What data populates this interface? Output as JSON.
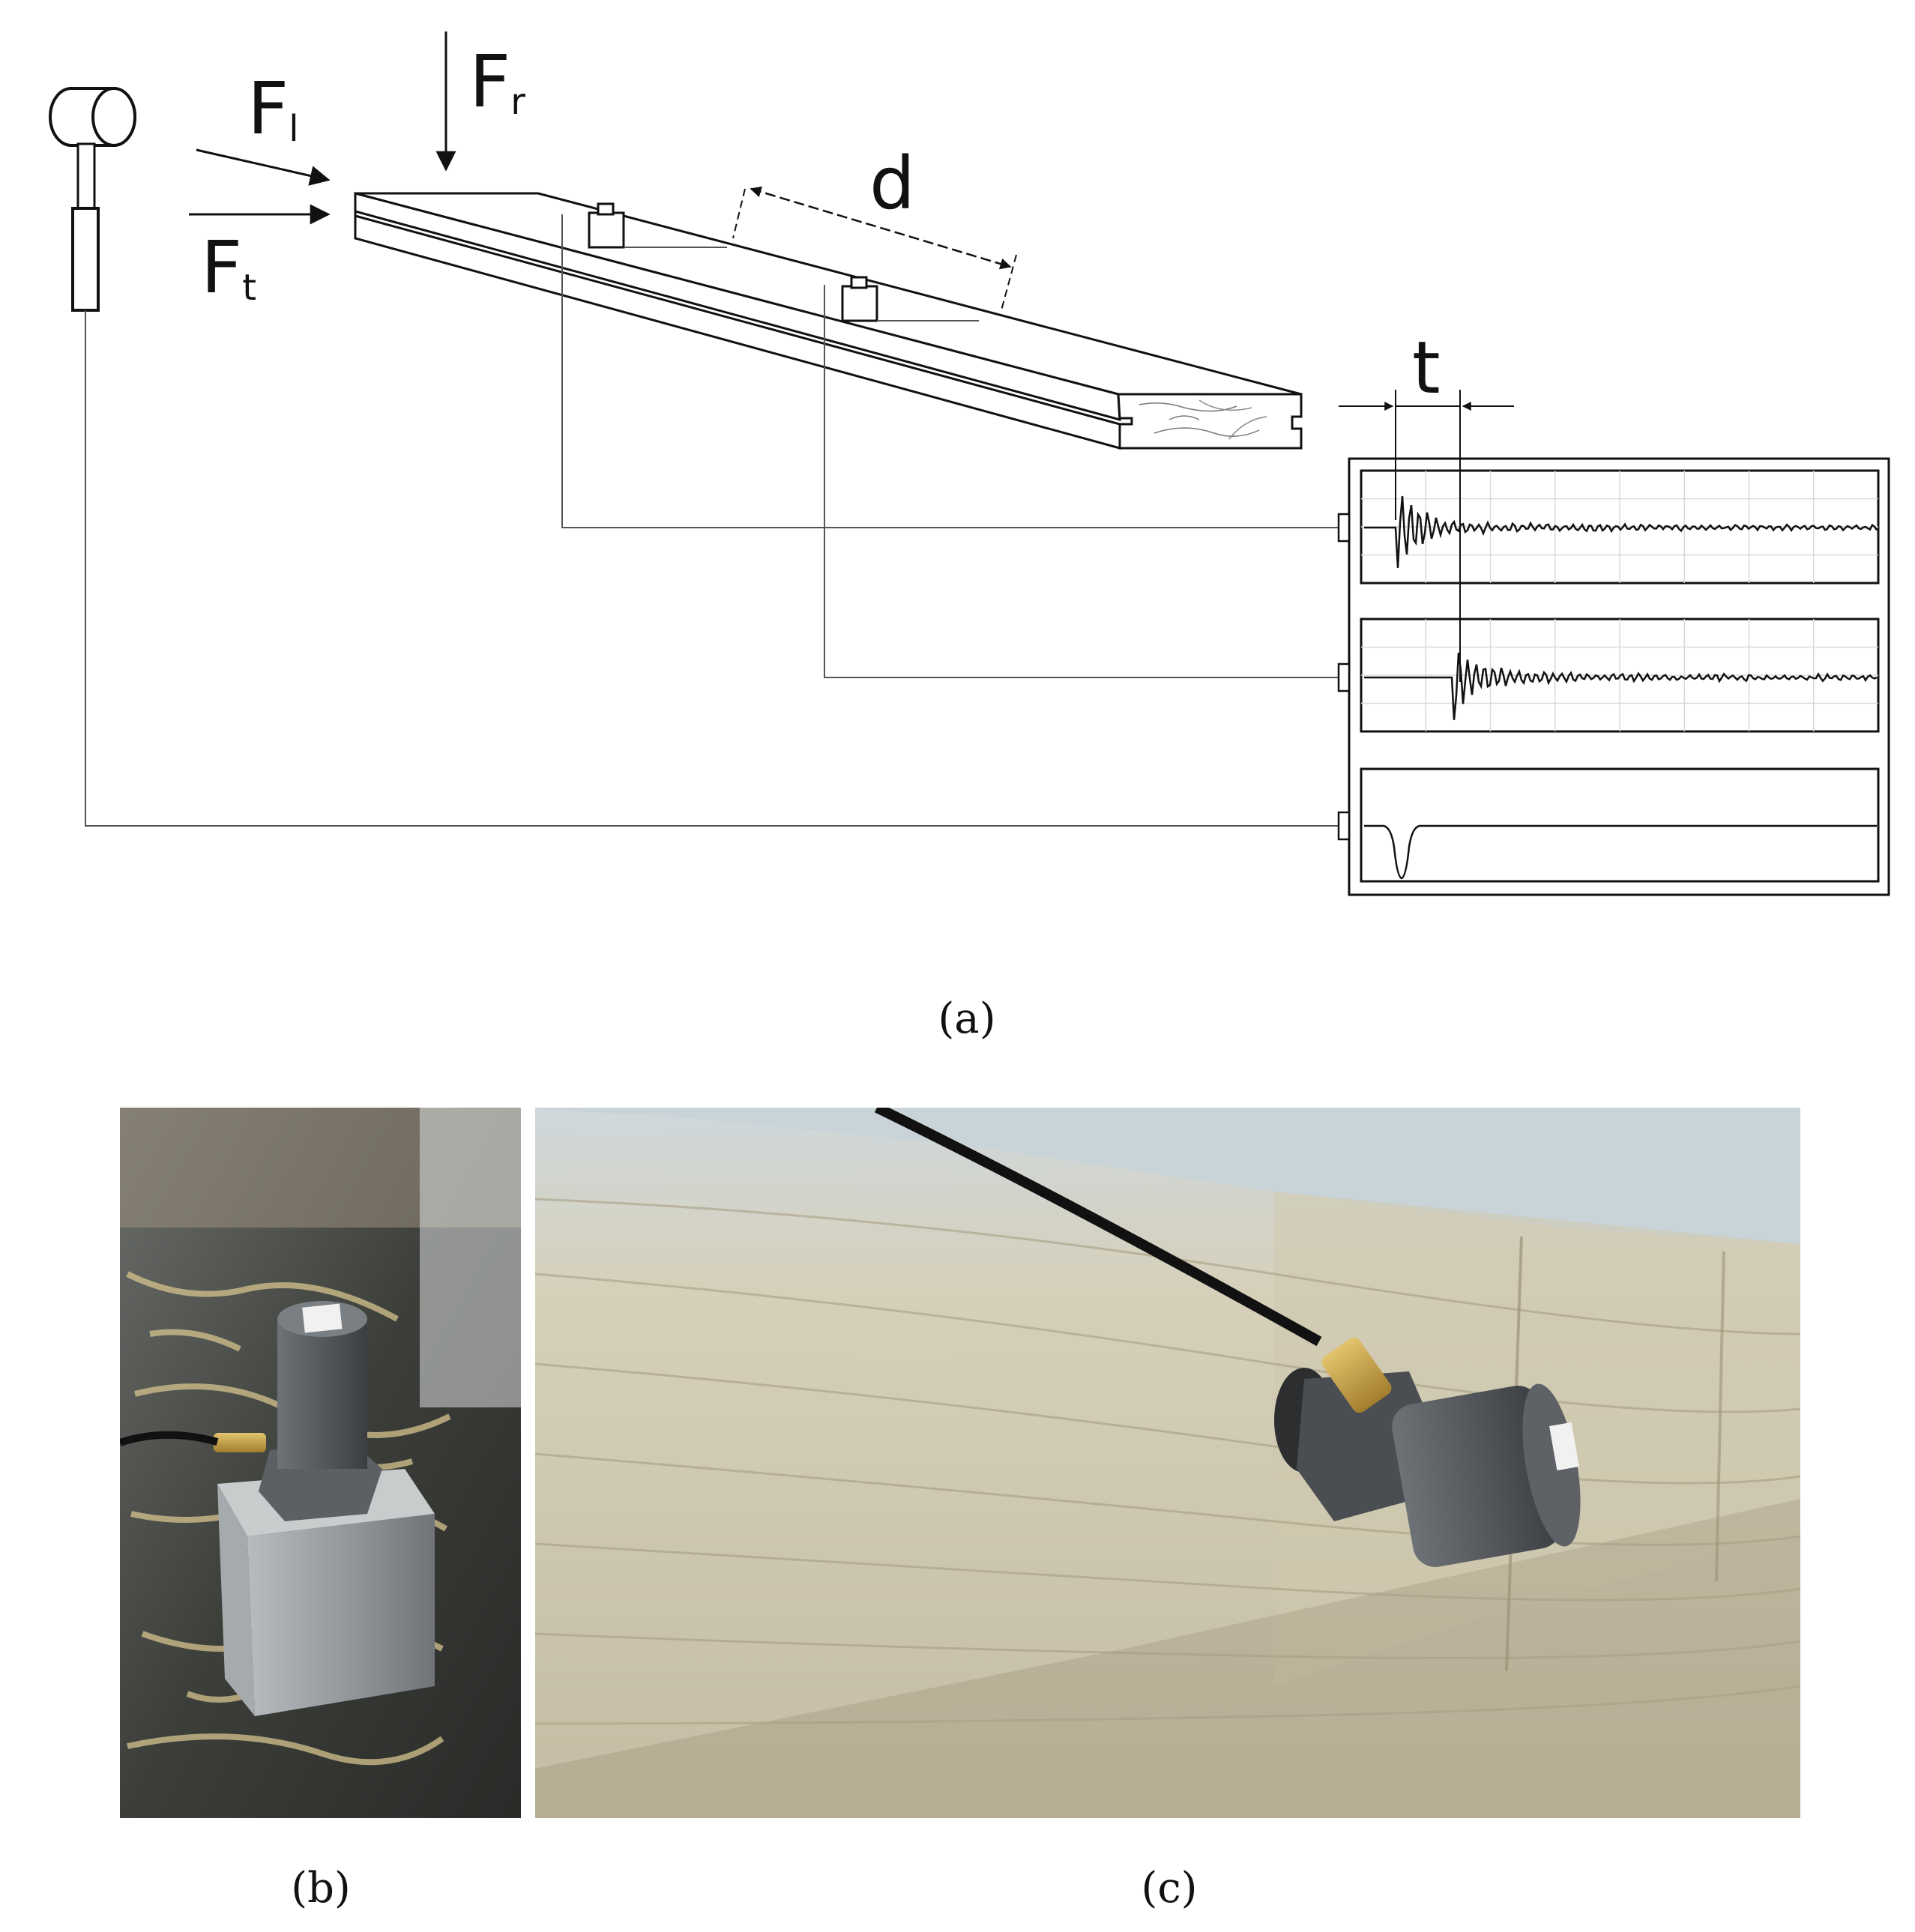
{
  "diagram": {
    "force_longitudinal": {
      "main": "F",
      "sub": "l"
    },
    "force_radial": {
      "main": "F",
      "sub": "r"
    },
    "force_tangential": {
      "main": "F",
      "sub": "t"
    },
    "distance_label": "d",
    "time_label": "t"
  },
  "captions": {
    "a": "(a)",
    "b": "(b)",
    "c": "(c)"
  },
  "colors": {
    "ink": "#111111",
    "wood_light": "#d9d3c0",
    "wood_dark": "#3a3a34",
    "steel": "#8f9497",
    "sensor_body": "#4f5357",
    "brass": "#c8a24a"
  },
  "icons": [
    "hammer-icon",
    "accelerometer-icon",
    "oscilloscope-icon"
  ]
}
